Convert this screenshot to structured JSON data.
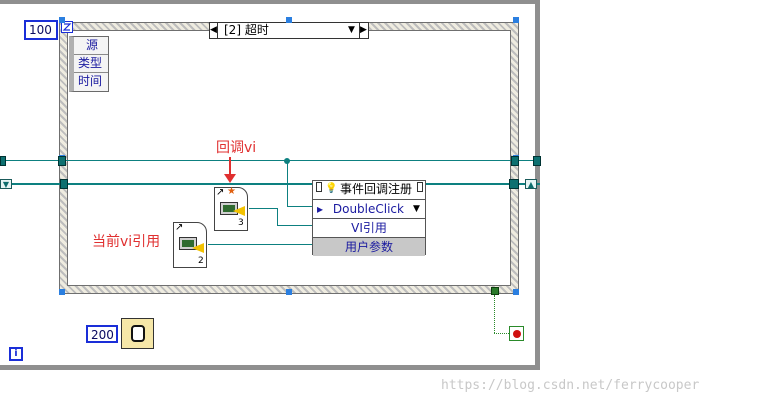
{
  "loop": {
    "iteration_label": "i"
  },
  "event_structure": {
    "timeout_value": "100",
    "case_label": "[2] 超时",
    "event_data": [
      "源",
      "类型",
      "时间"
    ]
  },
  "annotations": {
    "callback_vi": "回调vi",
    "current_vi_ref": "当前vi引用"
  },
  "callback_register": {
    "title": "事件回调注册",
    "event_name": "DoubleClick",
    "vi_ref": "VI引用",
    "user_param": "用户参数"
  },
  "vi_icons": {
    "callback_number": "3",
    "current_number": "2"
  },
  "wait": {
    "value": "200"
  },
  "watermark": "https://blog.csdn.net/ferrycooper",
  "colors": {
    "wire_refnum": "#0d8080",
    "loop_frame": "#8f8f8f",
    "selection_handle": "#2b7fe0",
    "annotation": "#e03030",
    "stop_button": "#d01010"
  }
}
